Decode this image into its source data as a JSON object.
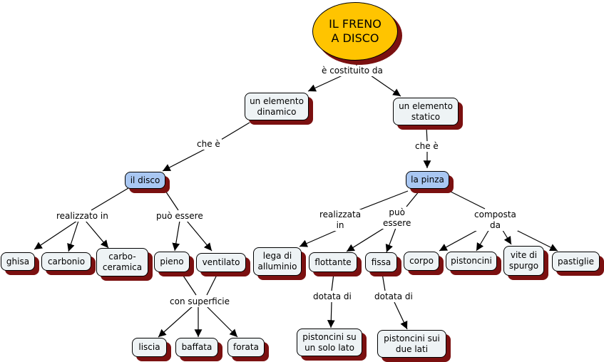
{
  "concept_map": {
    "root": "IL FRENO\nA DISCO",
    "nodes": {
      "dinamico": "un elemento\ndinamico",
      "statico": "un elemento\nstatico",
      "disco": "il disco",
      "pinza": "la pinza",
      "ghisa": "ghisa",
      "carbonio": "carbonio",
      "carboceramica": "carbo-\nceramica",
      "pieno": "pieno",
      "ventilato": "ventilato",
      "liscia": "liscia",
      "baffata": "baffata",
      "forata": "forata",
      "alluminio": "lega di\nalluminio",
      "flottante": "flottante",
      "fissa": "fissa",
      "corpo": "corpo",
      "pistoncini": "pistoncini",
      "vite": "vite di\nspurgo",
      "pastiglie": "pastiglie",
      "pist_solo": "pistoncini su\nun solo lato",
      "pist_due": "pistoncini sui\ndue lati"
    },
    "links": {
      "costituito": "è costituito da",
      "che_e_1": "che è",
      "che_e_2": "che è",
      "realizzato": "realizzato in",
      "puo_essere_1": "può essere",
      "superficie": "con superficie",
      "realizzata": "realizzata\nin",
      "puo_essere_2": "può\nessere",
      "composta": "composta\nda",
      "dotata_1": "dotata di",
      "dotata_2": "dotata di"
    }
  }
}
